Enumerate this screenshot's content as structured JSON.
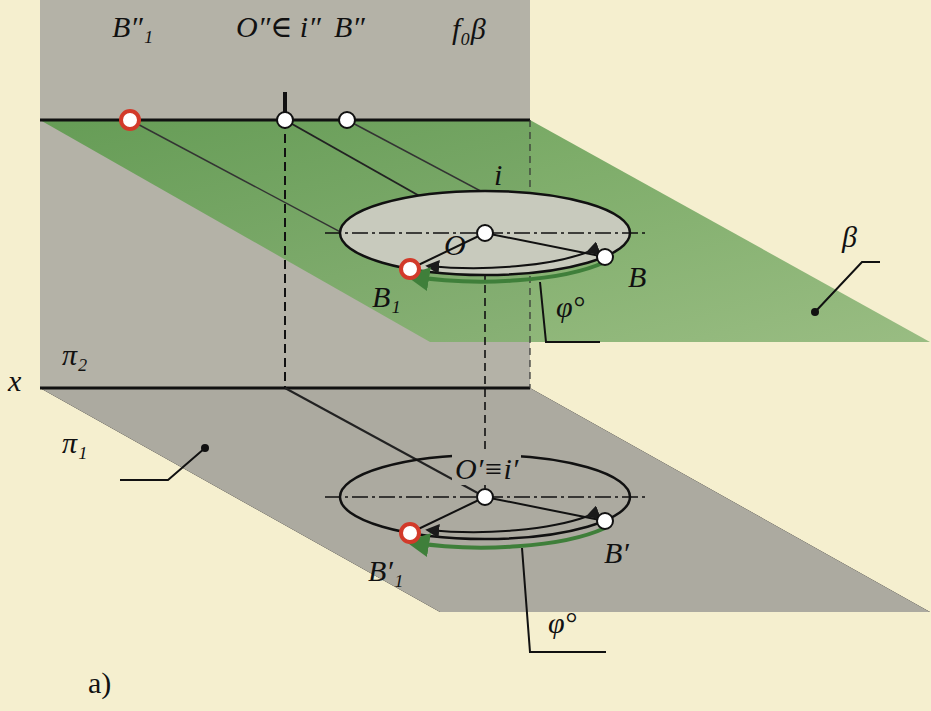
{
  "diagram": {
    "labels": [
      "B″₁",
      "O″∈ i″",
      "B″",
      "f₀β",
      "i",
      "O",
      "β",
      "B",
      "B₁",
      "φ°",
      "x",
      "π₂",
      "π₁",
      "O′≡i′",
      "B′₁",
      "B′",
      "φ°",
      "a)"
    ]
  }
}
